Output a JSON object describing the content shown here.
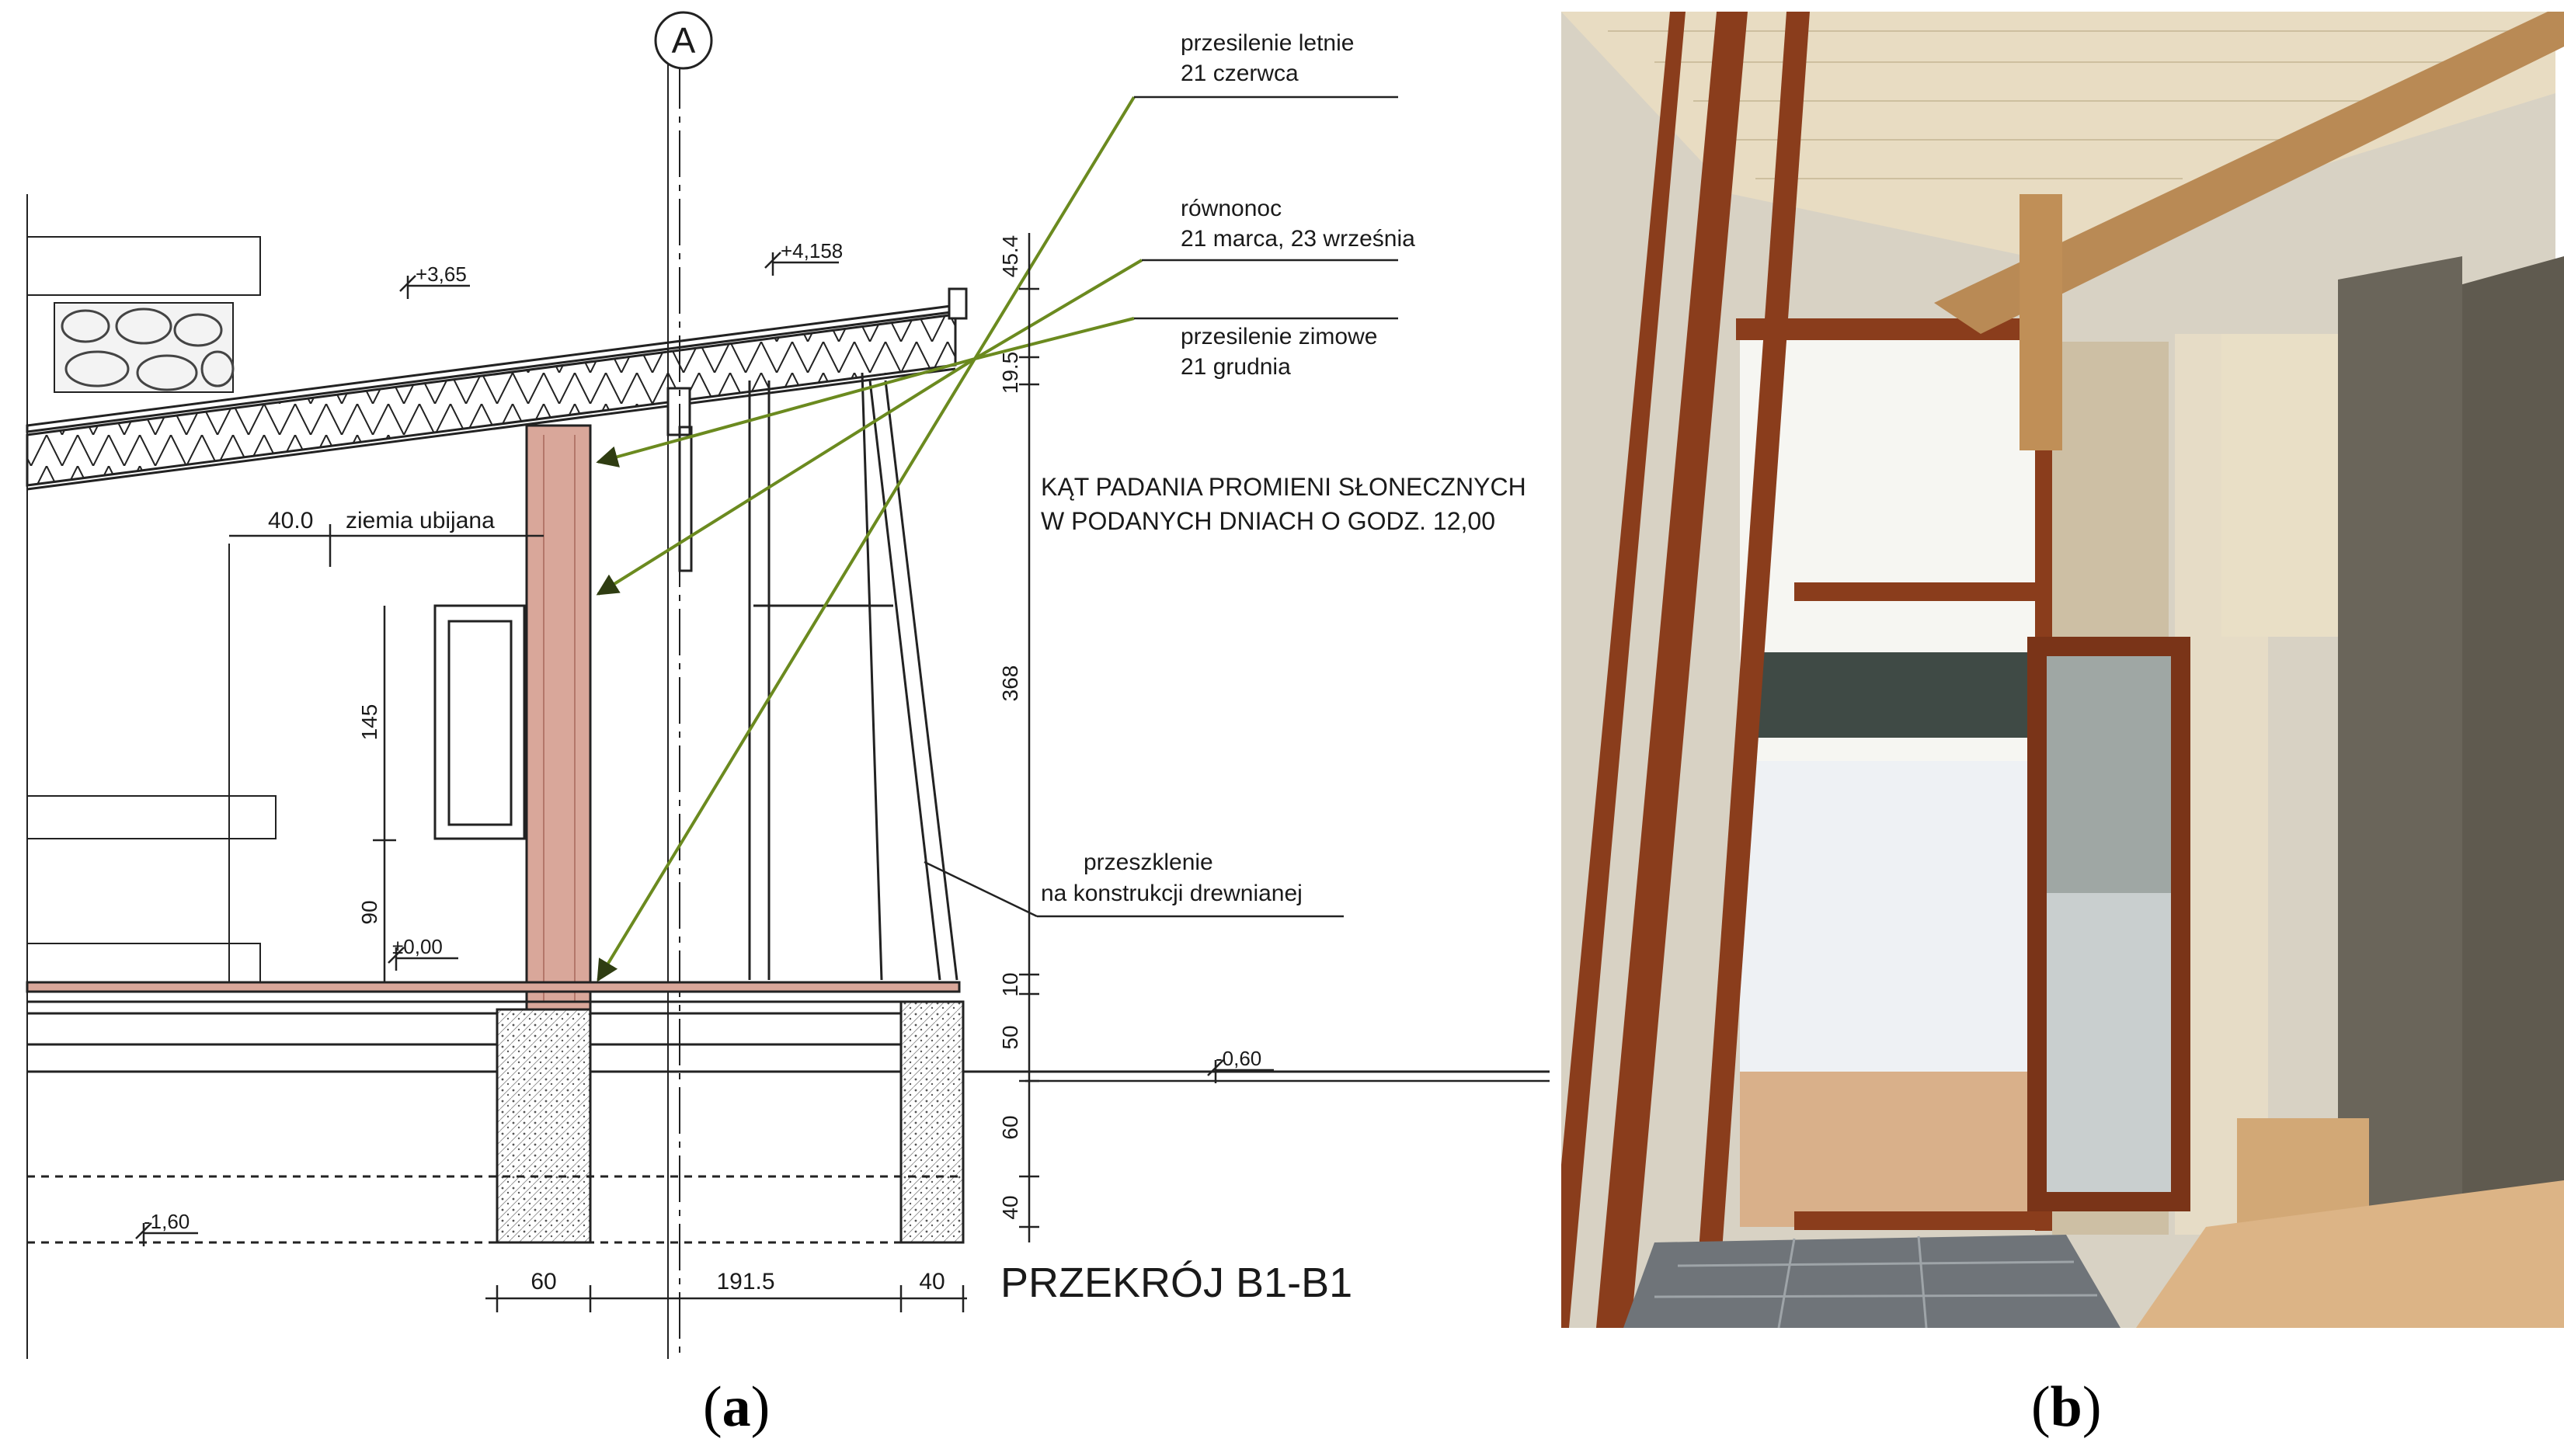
{
  "panel_a": {
    "axis_marker": "A",
    "levels": {
      "roof_low": "+3,65",
      "roof_high": "+4,158",
      "floor": "±0,00",
      "ground": "-0,60",
      "foundation": "-1,60"
    },
    "annotations": {
      "summer_title": "przesilenie letnie",
      "summer_date": "21 czerwca",
      "equinox_title": "równonoc",
      "equinox_date": "21 marca, 23 września",
      "winter_title": "przesilenie zimowe",
      "winter_date": "21 grudnia",
      "angle_line1": "KĄT PADANIA PROMIENI SŁONECZNYCH",
      "angle_line2": "W PODANYCH DNIACH O GODZ. 12,00",
      "wall_label": "ziemia ubijana",
      "wall_thickness": "40.0",
      "glazing_line1": "przeszklenie",
      "glazing_line2": "na konstrukcji drewnianej"
    },
    "dimensions_vertical": [
      "45.4",
      "19.5",
      "368",
      "10",
      "50",
      "60",
      "40"
    ],
    "dimensions_window": [
      "145",
      "90"
    ],
    "dimensions_horizontal": [
      "60",
      "191.5",
      "40"
    ],
    "section_title": "PRZEKRÓJ B1-B1",
    "colors": {
      "rays": "#6b8a1f",
      "rammed_earth": "#d9a79a",
      "line": "#1a1a1a"
    }
  },
  "panel_b": {
    "description_icon": "interior-photo",
    "colors": {
      "ceiling": "#e8dcc2",
      "wall": "#5f5a4f",
      "frame": "#8a3d1c",
      "snow": "#eef1f4",
      "floor": "#6f7479"
    }
  },
  "captions": {
    "a": "a",
    "b": "b"
  }
}
